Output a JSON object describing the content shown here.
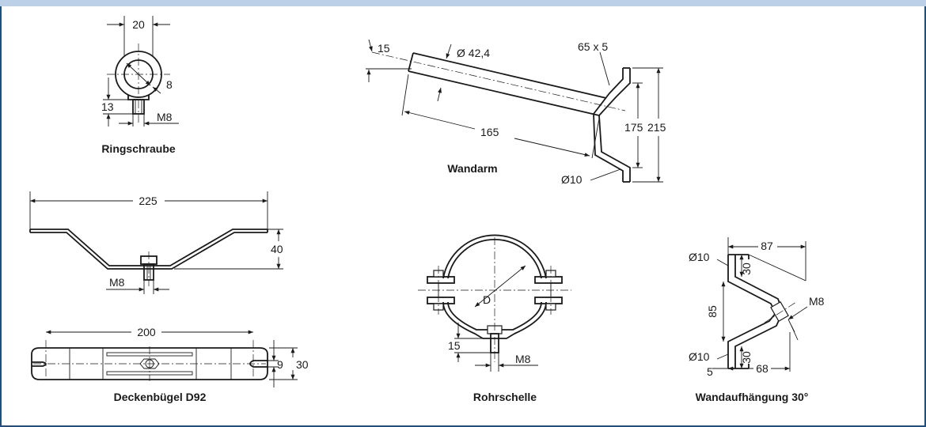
{
  "captions": {
    "ringschraube": "Ringschraube",
    "wandarm": "Wandarm",
    "deckenbuegel": "Deckenbügel D92",
    "rohrschelle": "Rohrschelle",
    "wandaufhaengung": "Wandaufhängung 30°"
  },
  "ring": {
    "width": "20",
    "ring": "8",
    "height": "13",
    "thread": "M8"
  },
  "arm": {
    "angle": "15",
    "diameter": "Ø 42,4",
    "flat": "65 x 5",
    "length": "165",
    "inner": "175",
    "outer": "215",
    "hole": "Ø10"
  },
  "ceiling": {
    "length_top": "225",
    "height": "40",
    "thread": "M8",
    "length_bottom": "200",
    "slot": "9",
    "width": "30"
  },
  "clamp": {
    "diameter": "D",
    "height": "15",
    "thread": "M8"
  },
  "hanger": {
    "width": "87",
    "hole_top": "Ø10",
    "upper": "30",
    "height": "85",
    "thread": "M8",
    "hole_bottom": "Ø10",
    "lower": "30",
    "offset": "5",
    "bottom_width": "68"
  }
}
